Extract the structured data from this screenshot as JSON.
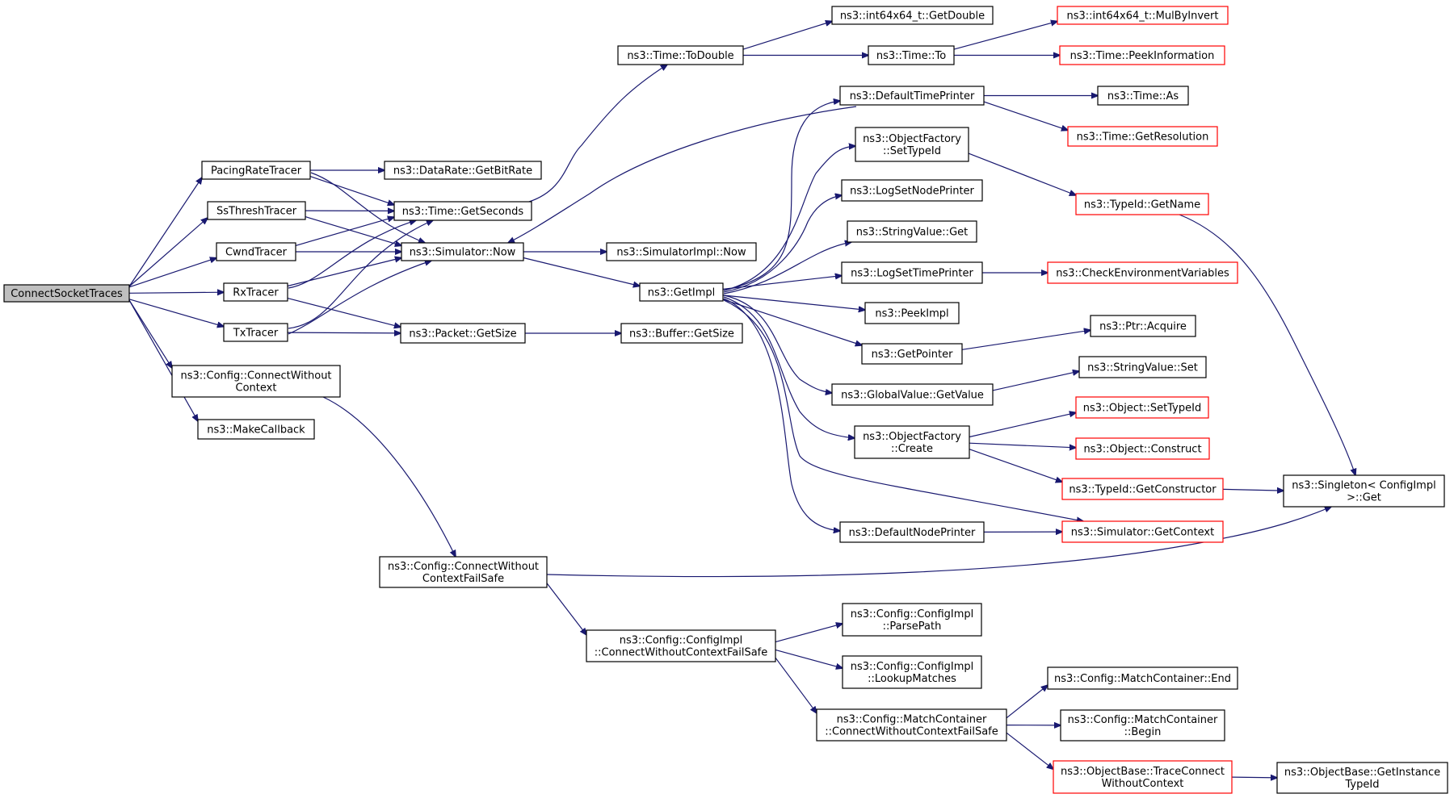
{
  "graph": {
    "nodes": [
      {
        "id": "root",
        "label": [
          "ConnectSocketTraces"
        ],
        "style": "root"
      },
      {
        "id": "pacing",
        "label": [
          "PacingRateTracer"
        ],
        "style": "normal"
      },
      {
        "id": "ssthresh",
        "label": [
          "SsThreshTracer"
        ],
        "style": "normal"
      },
      {
        "id": "cwnd",
        "label": [
          "CwndTracer"
        ],
        "style": "normal"
      },
      {
        "id": "rx",
        "label": [
          "RxTracer"
        ],
        "style": "normal"
      },
      {
        "id": "tx",
        "label": [
          "TxTracer"
        ],
        "style": "normal"
      },
      {
        "id": "cfgconn",
        "label": [
          "ns3::Config::ConnectWithout",
          "Context"
        ],
        "style": "normal"
      },
      {
        "id": "makecb",
        "label": [
          "ns3::MakeCallback"
        ],
        "style": "normal"
      },
      {
        "id": "getbitrate",
        "label": [
          "ns3::DataRate::GetBitRate"
        ],
        "style": "normal"
      },
      {
        "id": "getseconds",
        "label": [
          "ns3::Time::GetSeconds"
        ],
        "style": "normal"
      },
      {
        "id": "simnow",
        "label": [
          "ns3::Simulator::Now"
        ],
        "style": "normal"
      },
      {
        "id": "pktsize",
        "label": [
          "ns3::Packet::GetSize"
        ],
        "style": "normal"
      },
      {
        "id": "todouble",
        "label": [
          "ns3::Time::ToDouble"
        ],
        "style": "normal"
      },
      {
        "id": "simimplnow",
        "label": [
          "ns3::SimulatorImpl::Now"
        ],
        "style": "normal"
      },
      {
        "id": "getimpl",
        "label": [
          "ns3::GetImpl"
        ],
        "style": "normal"
      },
      {
        "id": "bufsize",
        "label": [
          "ns3::Buffer::GetSize"
        ],
        "style": "normal"
      },
      {
        "id": "int64getdouble",
        "label": [
          "ns3::int64x64_t::GetDouble"
        ],
        "style": "normal"
      },
      {
        "id": "timeto",
        "label": [
          "ns3::Time::To"
        ],
        "style": "normal"
      },
      {
        "id": "mulbyinvert",
        "label": [
          "ns3::int64x64_t::MulByInvert"
        ],
        "style": "red"
      },
      {
        "id": "peekinfo",
        "label": [
          "ns3::Time::PeekInformation"
        ],
        "style": "red"
      },
      {
        "id": "deftimeprinter",
        "label": [
          "ns3::DefaultTimePrinter"
        ],
        "style": "normal"
      },
      {
        "id": "timeas",
        "label": [
          "ns3::Time::As"
        ],
        "style": "normal"
      },
      {
        "id": "getresolution",
        "label": [
          "ns3::Time::GetResolution"
        ],
        "style": "red"
      },
      {
        "id": "ofsettypeid",
        "label": [
          "ns3::ObjectFactory",
          "::SetTypeId"
        ],
        "style": "normal"
      },
      {
        "id": "typeidgetname",
        "label": [
          "ns3::TypeId::GetName"
        ],
        "style": "red"
      },
      {
        "id": "logsetnodeprinter",
        "label": [
          "ns3::LogSetNodePrinter"
        ],
        "style": "normal"
      },
      {
        "id": "stringvalueget",
        "label": [
          "ns3::StringValue::Get"
        ],
        "style": "normal"
      },
      {
        "id": "logsettimeprinter",
        "label": [
          "ns3::LogSetTimePrinter"
        ],
        "style": "normal"
      },
      {
        "id": "checkenv",
        "label": [
          "ns3::CheckEnvironmentVariables"
        ],
        "style": "red"
      },
      {
        "id": "peekimpl",
        "label": [
          "ns3::PeekImpl"
        ],
        "style": "normal"
      },
      {
        "id": "getpointer",
        "label": [
          "ns3::GetPointer"
        ],
        "style": "normal"
      },
      {
        "id": "ptracquire",
        "label": [
          "ns3::Ptr::Acquire"
        ],
        "style": "normal"
      },
      {
        "id": "gvgetvalue",
        "label": [
          "ns3::GlobalValue::GetValue"
        ],
        "style": "normal"
      },
      {
        "id": "stringvalueset",
        "label": [
          "ns3::StringValue::Set"
        ],
        "style": "normal"
      },
      {
        "id": "ofcreate",
        "label": [
          "ns3::ObjectFactory",
          "::Create"
        ],
        "style": "normal"
      },
      {
        "id": "objsettypeid",
        "label": [
          "ns3::Object::SetTypeId"
        ],
        "style": "red"
      },
      {
        "id": "objconstruct",
        "label": [
          "ns3::Object::Construct"
        ],
        "style": "red"
      },
      {
        "id": "getconstructor",
        "label": [
          "ns3::TypeId::GetConstructor"
        ],
        "style": "red"
      },
      {
        "id": "singleton",
        "label": [
          "ns3::Singleton< ConfigImpl",
          " >::Get"
        ],
        "style": "normal"
      },
      {
        "id": "defnodeprinter",
        "label": [
          "ns3::DefaultNodePrinter"
        ],
        "style": "normal"
      },
      {
        "id": "simgetcontext",
        "label": [
          "ns3::Simulator::GetContext"
        ],
        "style": "red"
      },
      {
        "id": "cfgconnfailsafe",
        "label": [
          "ns3::Config::ConnectWithout",
          "ContextFailSafe"
        ],
        "style": "normal"
      },
      {
        "id": "implconnfailsafe",
        "label": [
          "ns3::Config::ConfigImpl",
          "::ConnectWithoutContextFailSafe"
        ],
        "style": "normal"
      },
      {
        "id": "parsepath",
        "label": [
          "ns3::Config::ConfigImpl",
          "::ParsePath"
        ],
        "style": "normal"
      },
      {
        "id": "lookupmatches",
        "label": [
          "ns3::Config::ConfigImpl",
          "::LookupMatches"
        ],
        "style": "normal"
      },
      {
        "id": "mcconnfailsafe",
        "label": [
          "ns3::Config::MatchContainer",
          "::ConnectWithoutContextFailSafe"
        ],
        "style": "normal"
      },
      {
        "id": "mcend",
        "label": [
          "ns3::Config::MatchContainer::End"
        ],
        "style": "normal"
      },
      {
        "id": "mcbegin",
        "label": [
          "ns3::Config::MatchContainer",
          "::Begin"
        ],
        "style": "normal"
      },
      {
        "id": "traceconnect",
        "label": [
          "ns3::ObjectBase::TraceConnect",
          "WithoutContext"
        ],
        "style": "red"
      },
      {
        "id": "getinstancetypeid",
        "label": [
          "ns3::ObjectBase::GetInstance",
          "TypeId"
        ],
        "style": "normal"
      }
    ],
    "edges": [
      [
        "root",
        "pacing"
      ],
      [
        "root",
        "ssthresh"
      ],
      [
        "root",
        "cwnd"
      ],
      [
        "root",
        "rx"
      ],
      [
        "root",
        "tx"
      ],
      [
        "root",
        "cfgconn"
      ],
      [
        "root",
        "makecb"
      ],
      [
        "pacing",
        "getbitrate"
      ],
      [
        "pacing",
        "getseconds"
      ],
      [
        "pacing",
        "simnow"
      ],
      [
        "ssthresh",
        "getseconds"
      ],
      [
        "ssthresh",
        "simnow"
      ],
      [
        "cwnd",
        "getseconds"
      ],
      [
        "cwnd",
        "simnow"
      ],
      [
        "rx",
        "getseconds"
      ],
      [
        "rx",
        "simnow"
      ],
      [
        "rx",
        "pktsize"
      ],
      [
        "tx",
        "getseconds"
      ],
      [
        "tx",
        "simnow"
      ],
      [
        "tx",
        "pktsize"
      ],
      [
        "getseconds",
        "todouble"
      ],
      [
        "todouble",
        "int64getdouble"
      ],
      [
        "todouble",
        "timeto"
      ],
      [
        "timeto",
        "mulbyinvert"
      ],
      [
        "timeto",
        "peekinfo"
      ],
      [
        "simnow",
        "simimplnow"
      ],
      [
        "simnow",
        "getimpl"
      ],
      [
        "pktsize",
        "bufsize"
      ],
      [
        "deftimeprinter",
        "simnow"
      ],
      [
        "deftimeprinter",
        "timeas"
      ],
      [
        "deftimeprinter",
        "getresolution"
      ],
      [
        "getimpl",
        "deftimeprinter"
      ],
      [
        "getimpl",
        "ofsettypeid"
      ],
      [
        "getimpl",
        "logsetnodeprinter"
      ],
      [
        "getimpl",
        "stringvalueget"
      ],
      [
        "getimpl",
        "logsettimeprinter"
      ],
      [
        "getimpl",
        "peekimpl"
      ],
      [
        "getimpl",
        "getpointer"
      ],
      [
        "getimpl",
        "gvgetvalue"
      ],
      [
        "getimpl",
        "ofcreate"
      ],
      [
        "getimpl",
        "defnodeprinter"
      ],
      [
        "getimpl",
        "simgetcontext"
      ],
      [
        "ofsettypeid",
        "typeidgetname"
      ],
      [
        "typeidgetname",
        "singleton"
      ],
      [
        "logsettimeprinter",
        "checkenv"
      ],
      [
        "getpointer",
        "ptracquire"
      ],
      [
        "gvgetvalue",
        "stringvalueset"
      ],
      [
        "ofcreate",
        "objsettypeid"
      ],
      [
        "ofcreate",
        "objconstruct"
      ],
      [
        "ofcreate",
        "getconstructor"
      ],
      [
        "getconstructor",
        "singleton"
      ],
      [
        "defnodeprinter",
        "simgetcontext"
      ],
      [
        "cfgconn",
        "cfgconnfailsafe"
      ],
      [
        "cfgconnfailsafe",
        "singleton"
      ],
      [
        "cfgconnfailsafe",
        "implconnfailsafe"
      ],
      [
        "implconnfailsafe",
        "parsepath"
      ],
      [
        "implconnfailsafe",
        "lookupmatches"
      ],
      [
        "implconnfailsafe",
        "mcconnfailsafe"
      ],
      [
        "mcconnfailsafe",
        "mcend"
      ],
      [
        "mcconnfailsafe",
        "mcbegin"
      ],
      [
        "mcconnfailsafe",
        "traceconnect"
      ],
      [
        "traceconnect",
        "getinstancetypeid"
      ]
    ]
  }
}
